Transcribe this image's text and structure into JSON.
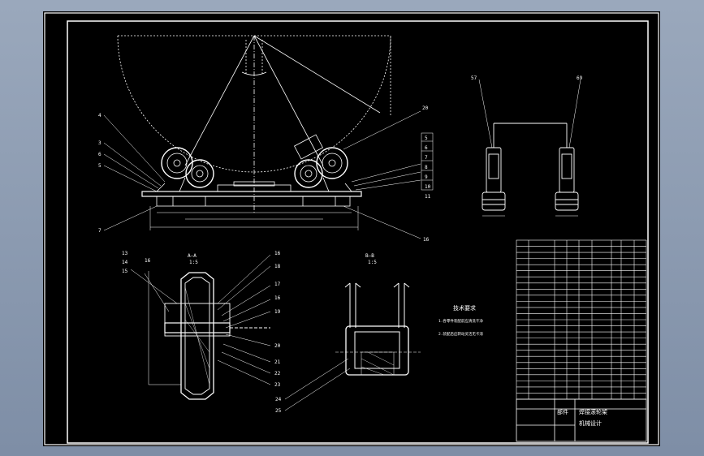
{
  "drawing": {
    "section_a_label": "A—A",
    "section_a_scale": "1:5",
    "section_b_label": "B—B",
    "section_b_scale": "1:5",
    "tech_req_title": "技术要求",
    "tech_req_1": "1.各零件装配前应清洗干净",
    "tech_req_2": "2.装配后应转动灵活无卡滞",
    "left_labels": [
      "4",
      "3",
      "6",
      "5",
      "7"
    ],
    "right_labels": [
      "20",
      "5",
      "6",
      "7",
      "8",
      "9",
      "10",
      "11"
    ],
    "bottom_right_label": "16",
    "top_view_labels": [
      "57",
      "69"
    ],
    "section_a_left_labels": [
      "13",
      "14",
      "15",
      "16"
    ],
    "section_a_right_labels": [
      "16",
      "18",
      "17",
      "16",
      "19",
      "20",
      "21",
      "22",
      "23"
    ],
    "section_b_labels": [
      "24",
      "25"
    ],
    "title_block_part": "部件",
    "title_block_name": "焊接滚轮架",
    "title_block_unit": "机械设计"
  },
  "colors": {
    "sheet": "#000000",
    "line": "#ffffff",
    "frame_bg": "#8a99b0"
  }
}
